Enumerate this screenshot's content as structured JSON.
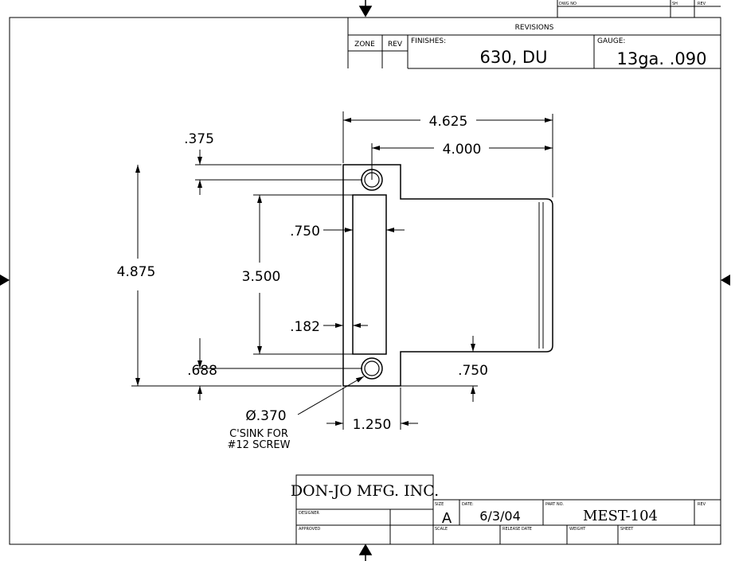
{
  "title_block_top": {
    "dwg_no_label": "DWG NO",
    "sh_label": "SH",
    "rev_label": "REV",
    "revisions_label": "REVISIONS",
    "zone_label": "ZONE",
    "rev_col_label": "REV",
    "finishes_label": "FINISHES:",
    "finishes_value": "630, DU",
    "gauge_label": "GAUGE:",
    "gauge_value": "13ga. .090"
  },
  "dimensions": {
    "overall_width": "4.625",
    "hole_spacing_width": "4.000",
    "hole_offset_top": ".375",
    "overall_height": "4.875",
    "slot_height": "3.500",
    "slot_width": ".750",
    "slot_edge": ".182",
    "hole_offset_bottom": ".688",
    "tab_offset": ".750",
    "hole_callout_dia": "Ø.370",
    "hole_callout_line2": "C'SINK FOR",
    "hole_callout_line3": "#12 SCREW",
    "flange_width": "1.250"
  },
  "title_block_bottom": {
    "company": "DON-JO MFG. INC.",
    "designer_label": "DESIGNER",
    "approved_label": "APPROVED",
    "size_label": "SIZE",
    "size_value": "A",
    "date_label": "DATE:",
    "date_value": "6/3/04",
    "part_no_label": "PART NO.",
    "part_no_value": "MEST-104",
    "rev_label": "REV",
    "scale_label": "SCALE",
    "release_date_label": "RELEASE DATE",
    "weight_label": "WEIGHT",
    "sheet_label": "SHEET"
  }
}
